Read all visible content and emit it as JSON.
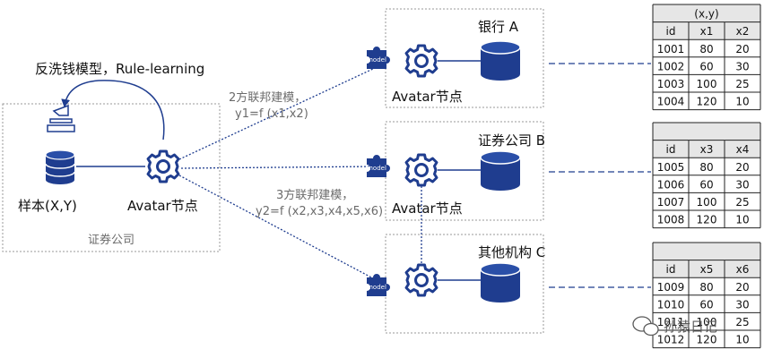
{
  "left_group": {
    "caption": "证券公司",
    "sample_label": "样本(X,Y)",
    "node_label": "Avatar节点",
    "loop_label": "反洗钱模型，Rule-learning"
  },
  "middle": {
    "bank": {
      "name": "银行 A",
      "node_label": "Avatar节点",
      "model_tag": "model"
    },
    "securities": {
      "name": "证券公司 B",
      "node_label": "Avatar节点",
      "model_tag": "model"
    },
    "other": {
      "name": "其他机构 C",
      "model_tag": "model"
    }
  },
  "annotations": {
    "two_party_line1": "2方联邦建模，",
    "two_party_line2": "y1=f (x1,x2)",
    "three_party_line1": "3方联邦建模，",
    "three_party_line2": "y2=f (x2,x3,x4,x5,x6)"
  },
  "tables": [
    {
      "title": "(x,y)",
      "headers": [
        "id",
        "x1",
        "x2"
      ],
      "rows": [
        [
          "1001",
          "80",
          "20"
        ],
        [
          "1002",
          "60",
          "30"
        ],
        [
          "1003",
          "100",
          "25"
        ],
        [
          "1004",
          "120",
          "10"
        ]
      ]
    },
    {
      "title": "",
      "headers": [
        "id",
        "x3",
        "x4"
      ],
      "rows": [
        [
          "1005",
          "80",
          "20"
        ],
        [
          "1006",
          "60",
          "30"
        ],
        [
          "1007",
          "100",
          "25"
        ],
        [
          "1008",
          "120",
          "10"
        ]
      ]
    },
    {
      "title": "",
      "headers": [
        "id",
        "x5",
        "x6"
      ],
      "rows": [
        [
          "1009",
          "80",
          "20"
        ],
        [
          "1010",
          "60",
          "30"
        ],
        [
          "1011",
          "100",
          "25"
        ],
        [
          "1012",
          "120",
          "10"
        ]
      ]
    }
  ],
  "watermark": {
    "text": "孙猿日记"
  },
  "colors": {
    "navy": "#1f3d8f",
    "table_header_bg": "#e6e6e6",
    "grey_box": "#9a9a9a"
  }
}
